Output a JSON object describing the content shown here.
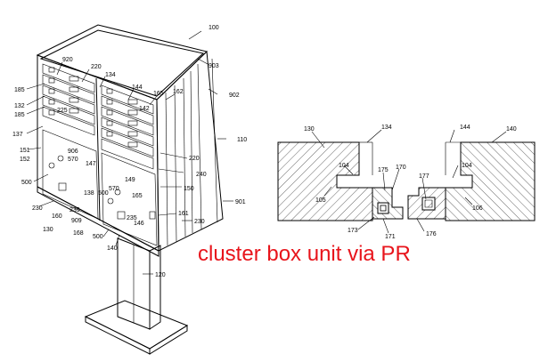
{
  "caption": "cluster box unit via PR",
  "left_figure": {
    "labels": [
      {
        "id": "l100",
        "text": "100"
      },
      {
        "id": "l903",
        "text": "903"
      },
      {
        "id": "l902",
        "text": "902"
      },
      {
        "id": "l920",
        "text": "920"
      },
      {
        "id": "l220a",
        "text": "220"
      },
      {
        "id": "l134",
        "text": "134"
      },
      {
        "id": "l144",
        "text": "144"
      },
      {
        "id": "l165a",
        "text": "165"
      },
      {
        "id": "l162",
        "text": "162"
      },
      {
        "id": "l185a",
        "text": "185"
      },
      {
        "id": "l132",
        "text": "132"
      },
      {
        "id": "l185b",
        "text": "185"
      },
      {
        "id": "l225",
        "text": "225"
      },
      {
        "id": "l137",
        "text": "137"
      },
      {
        "id": "l142",
        "text": "142"
      },
      {
        "id": "l110",
        "text": "110"
      },
      {
        "id": "l151",
        "text": "151"
      },
      {
        "id": "l152",
        "text": "152"
      },
      {
        "id": "l906",
        "text": "906"
      },
      {
        "id": "l570a",
        "text": "570"
      },
      {
        "id": "l147",
        "text": "147"
      },
      {
        "id": "l220b",
        "text": "220"
      },
      {
        "id": "l500a",
        "text": "500"
      },
      {
        "id": "l149",
        "text": "149"
      },
      {
        "id": "l240",
        "text": "240"
      },
      {
        "id": "l230a",
        "text": "230"
      },
      {
        "id": "l500b",
        "text": "500"
      },
      {
        "id": "l570b",
        "text": "570"
      },
      {
        "id": "l165b",
        "text": "165"
      },
      {
        "id": "l150",
        "text": "150"
      },
      {
        "id": "l160",
        "text": "160"
      },
      {
        "id": "l235a",
        "text": "235"
      },
      {
        "id": "l138",
        "text": "138"
      },
      {
        "id": "l901",
        "text": "901"
      },
      {
        "id": "l130",
        "text": "130"
      },
      {
        "id": "l909",
        "text": "909"
      },
      {
        "id": "l235b",
        "text": "235"
      },
      {
        "id": "l161",
        "text": "161"
      },
      {
        "id": "l168",
        "text": "168"
      },
      {
        "id": "l230b",
        "text": "230"
      },
      {
        "id": "l146",
        "text": "146"
      },
      {
        "id": "l500c",
        "text": "500"
      },
      {
        "id": "l140",
        "text": "140"
      },
      {
        "id": "l120",
        "text": "120"
      }
    ]
  },
  "right_figure": {
    "labels": [
      {
        "id": "r130",
        "text": "130"
      },
      {
        "id": "r134",
        "text": "134"
      },
      {
        "id": "r144",
        "text": "144"
      },
      {
        "id": "r140",
        "text": "140"
      },
      {
        "id": "r104a",
        "text": "104"
      },
      {
        "id": "r104b",
        "text": "104"
      },
      {
        "id": "r175",
        "text": "175"
      },
      {
        "id": "r170",
        "text": "170"
      },
      {
        "id": "r177",
        "text": "177"
      },
      {
        "id": "r105",
        "text": "105"
      },
      {
        "id": "r106",
        "text": "106"
      },
      {
        "id": "r173",
        "text": "173"
      },
      {
        "id": "r171",
        "text": "171"
      },
      {
        "id": "r176",
        "text": "176"
      }
    ]
  }
}
